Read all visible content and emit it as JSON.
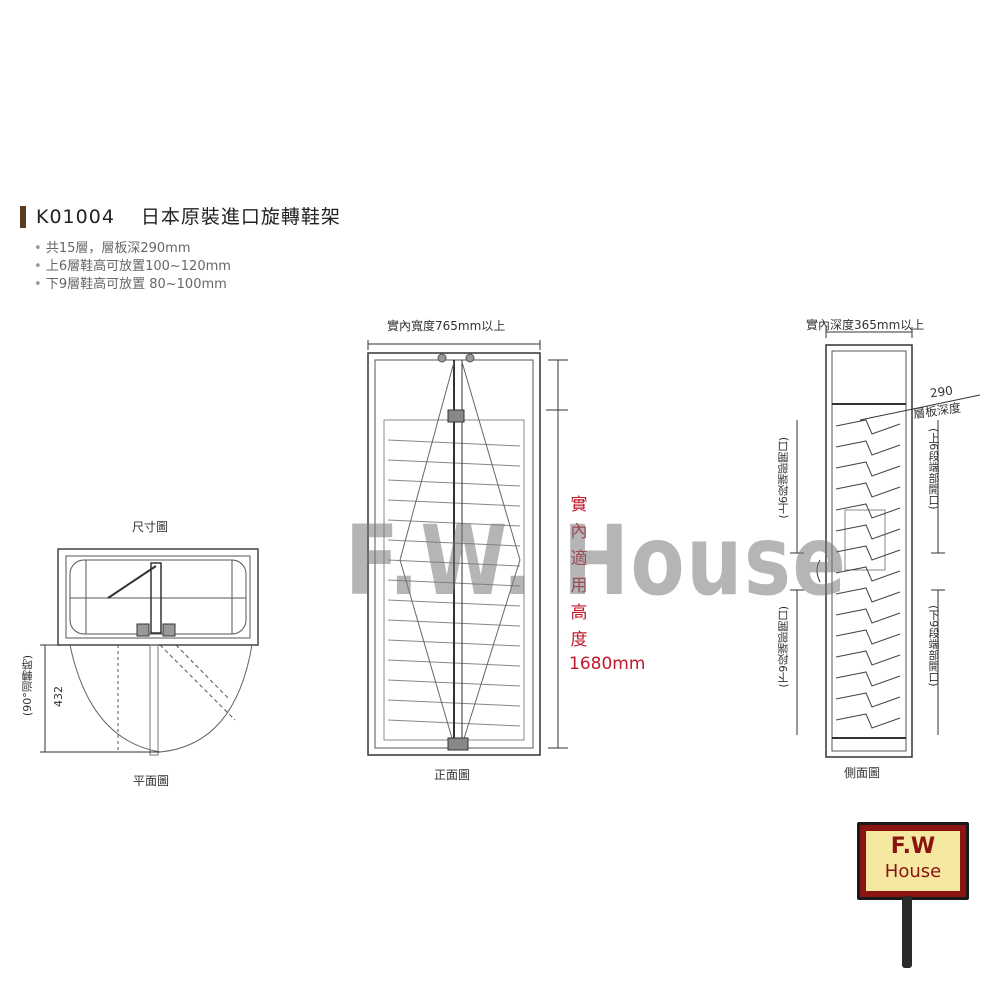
{
  "header": {
    "code": "K01004",
    "name": "日本原裝進口旋轉鞋架"
  },
  "specs": [
    "共15層，層板深290mm",
    "上6層鞋高可放置100~120mm",
    "下9層鞋高可放置  80~100mm"
  ],
  "plan_view": {
    "top_label": "尺寸圖",
    "bottom_label": "平面圖",
    "dim_value": "432",
    "dim_note": "(90°迴轉時)"
  },
  "front_view": {
    "width_label": "實內寬度765mm以上",
    "bottom_label": "正面圖",
    "height_text": "實內適用高度",
    "height_value": "1680mm"
  },
  "side_view": {
    "depth_label": "實內深度365mm以上",
    "shelf_depth_value": "290",
    "shelf_depth_label": "層板深度",
    "upper_opening": "(上6段端部開口)",
    "lower_opening": "(下9段端部開口)",
    "bottom_label": "側面圖"
  },
  "watermark": "F.W. House",
  "logo": {
    "line1": "F.W",
    "line2": "House"
  },
  "colors": {
    "accent_red": "#c0182b",
    "title_bar": "#5a3a1e",
    "logo_red": "#8a1412",
    "logo_cream": "#f6e7a1"
  }
}
